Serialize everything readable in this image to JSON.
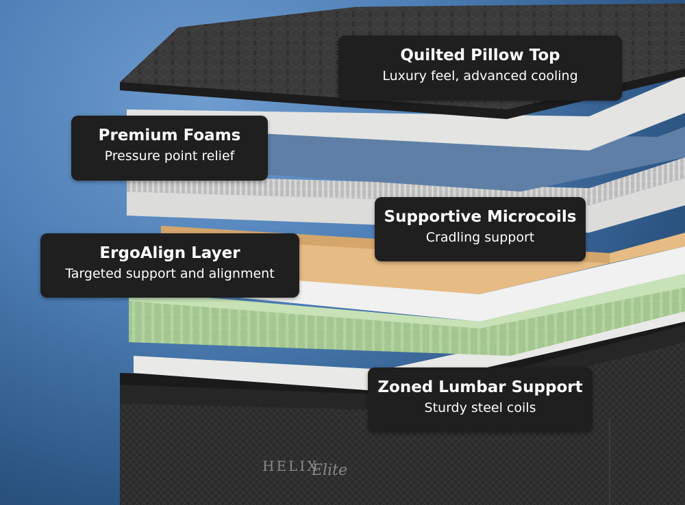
{
  "callouts": {
    "pillow_top": {
      "title": "Quilted Pillow Top",
      "subtitle": "Luxury feel, advanced cooling"
    },
    "premium_foams": {
      "title": "Premium Foams",
      "subtitle": "Pressure point relief"
    },
    "microcoils": {
      "title": "Supportive Microcoils",
      "subtitle": "Cradling support"
    },
    "ergoalign": {
      "title": "ErgoAlign Layer",
      "subtitle": "Targeted support and alignment"
    },
    "lumbar": {
      "title": "Zoned Lumbar Support",
      "subtitle": "Sturdy steel coils"
    }
  },
  "brand": {
    "logo_text": "HELIX Elite"
  },
  "colors": {
    "background": "#4e7fb6",
    "callout_bg": "#1f1f1f",
    "callout_text": "#ffffff",
    "pillow_top": "#2e2e2e",
    "foam_white": "#e8e8e6",
    "foam_blue": "#5f7fa6",
    "ergo_orange": "#e6bb84",
    "lumbar_green": "#b6d6a3",
    "base_dark": "#2a2a2a"
  }
}
